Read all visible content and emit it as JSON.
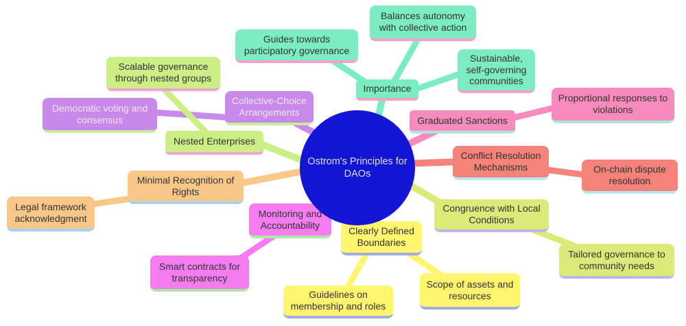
{
  "nodes": {
    "root": {
      "label": "Ostrom's Principles for DAOs",
      "fill": "#1515D6",
      "text_color": "#DCDCF2"
    },
    "importance": {
      "label": "Importance",
      "fill": "#7CEDC3",
      "underline": "#F5A0C8"
    },
    "guides": {
      "label": "Guides towards participatory governance",
      "fill": "#7CEDC3",
      "underline": "#F5A0C8"
    },
    "balances": {
      "label": "Balances autonomy with collective action",
      "fill": "#7CEDC3",
      "underline": "#F5A0C8"
    },
    "sustainable": {
      "label": "Sustainable, self-governing communities",
      "fill": "#7CEDC3",
      "underline": "#F5A0C8"
    },
    "collective_choice": {
      "label": "Collective-Choice Arrangements",
      "fill": "#C889EB",
      "underline": "#C6EC9E"
    },
    "democratic_voting": {
      "label": "Democratic voting and consensus",
      "fill": "#C889EB",
      "underline": "#C6EC9E"
    },
    "nested_enterprises": {
      "label": "Nested Enterprises",
      "fill": "#CBEE86",
      "underline": "#F0A4D3"
    },
    "scalable_governance": {
      "label": "Scalable governance through nested groups",
      "fill": "#CBEE86",
      "underline": "#F0A4D3"
    },
    "graduated_sanctions": {
      "label": "Graduated Sanctions",
      "fill": "#F78BBD",
      "underline": "#AEE6DC"
    },
    "proportional_responses": {
      "label": "Proportional responses to violations",
      "fill": "#F78BBD",
      "underline": "#AEE6DC"
    },
    "conflict_resolution": {
      "label": "Conflict Resolution Mechanisms",
      "fill": "#F5837A",
      "underline": "#B5E8F0"
    },
    "onchain_dispute": {
      "label": "On-chain dispute resolution",
      "fill": "#F5837A",
      "underline": "#B5E8F0"
    },
    "congruence": {
      "label": "Congruence with Local Conditions",
      "fill": "#DBEA78",
      "underline": "#C2B4EA"
    },
    "tailored_governance": {
      "label": "Tailored governance to community needs",
      "fill": "#DBEA78",
      "underline": "#C2B4EA"
    },
    "boundaries": {
      "label": "Clearly Defined Boundaries",
      "fill": "#FFF56E",
      "underline": "#A3ABE3"
    },
    "guidelines_membership": {
      "label": "Guidelines on membership and roles",
      "fill": "#FFF56E",
      "underline": "#A3ABE3"
    },
    "scope_assets": {
      "label": "Scope of assets and resources",
      "fill": "#FFF56E",
      "underline": "#A3ABE3"
    },
    "monitoring": {
      "label": "Monitoring and Accountability",
      "fill": "#F57DF0",
      "underline": "#ABEBA3"
    },
    "smart_contracts": {
      "label": "Smart contracts for transparency",
      "fill": "#F57DF0",
      "underline": "#ABEBA3"
    },
    "minimal_recognition": {
      "label": "Minimal Recognition of Rights",
      "fill": "#F9C889",
      "underline": "#A3D1F2"
    },
    "legal_framework": {
      "label": "Legal framework acknowledgment",
      "fill": "#F9C889",
      "underline": "#A3D1F2"
    }
  },
  "edges": [
    {
      "from": "root",
      "to": "importance"
    },
    {
      "from": "importance",
      "to": "guides"
    },
    {
      "from": "importance",
      "to": "balances"
    },
    {
      "from": "importance",
      "to": "sustainable"
    },
    {
      "from": "root",
      "to": "collective_choice"
    },
    {
      "from": "collective_choice",
      "to": "democratic_voting"
    },
    {
      "from": "root",
      "to": "nested_enterprises"
    },
    {
      "from": "nested_enterprises",
      "to": "scalable_governance"
    },
    {
      "from": "root",
      "to": "graduated_sanctions"
    },
    {
      "from": "graduated_sanctions",
      "to": "proportional_responses"
    },
    {
      "from": "root",
      "to": "conflict_resolution"
    },
    {
      "from": "conflict_resolution",
      "to": "onchain_dispute"
    },
    {
      "from": "root",
      "to": "congruence"
    },
    {
      "from": "congruence",
      "to": "tailored_governance"
    },
    {
      "from": "root",
      "to": "boundaries"
    },
    {
      "from": "boundaries",
      "to": "guidelines_membership"
    },
    {
      "from": "boundaries",
      "to": "scope_assets"
    },
    {
      "from": "root",
      "to": "monitoring"
    },
    {
      "from": "monitoring",
      "to": "smart_contracts"
    },
    {
      "from": "root",
      "to": "minimal_recognition"
    },
    {
      "from": "minimal_recognition",
      "to": "legal_framework"
    }
  ]
}
